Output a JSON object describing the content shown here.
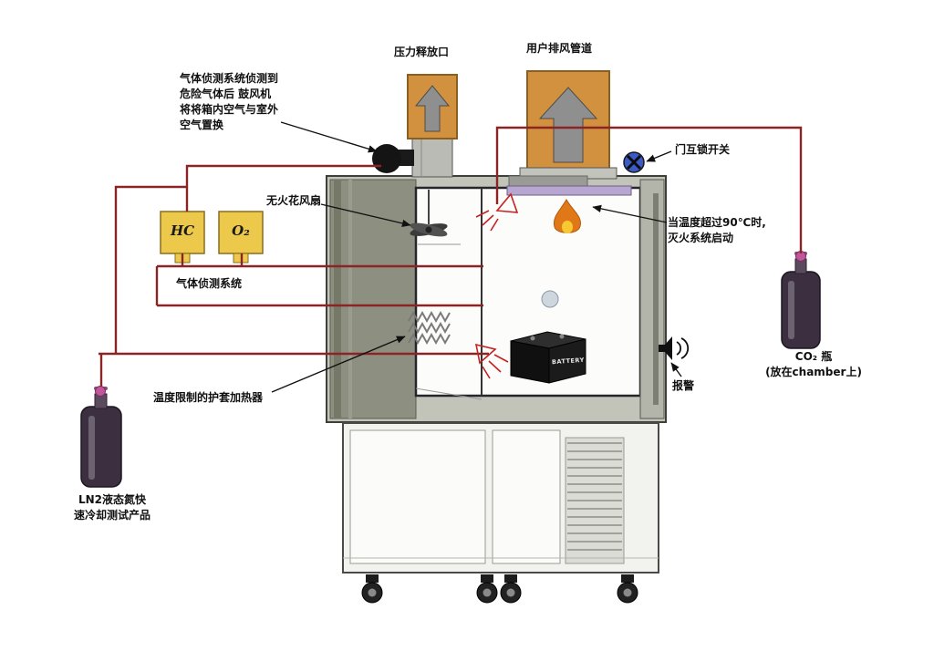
{
  "diagram": {
    "kind": "battery-test-chamber-safety-schematic",
    "labels": {
      "pressure_release": "压力释放口",
      "user_exhaust": "用户排风管道",
      "gas_note_lines": [
        "气体侦测系统侦测到",
        "危险气体后 鼓风机",
        "将将箱内空气与室外",
        "空气置换"
      ],
      "sparkless_fan": "无火花风扇",
      "gas_detection_system": "气体侦测系统",
      "jacket_heater": "温度限制的护套加热器",
      "ln2_lines": [
        "LN2液态氮快",
        "速冷却测试产品"
      ],
      "door_interlock": "门互锁开关",
      "fire_note_lines": [
        "当温度超过90℃时,",
        "灭火系统启动"
      ],
      "alarm": "报警",
      "co2_lines": [
        "CO₂ 瓶",
        "(放在chamber上)"
      ],
      "sensor_hc": "HC",
      "sensor_o2": "O₂",
      "battery": "BATTERY"
    },
    "colors": {
      "pipe_line": "#8b2424",
      "vent_box": "#d2913f",
      "sensor_box": "#ecc94b",
      "nozzle_red": "#c42222",
      "interlock_blue": "#3b5bc4",
      "chamber_gray": "#c2c4ba",
      "machinery_gray": "#8d9080"
    },
    "icons": [
      "blower-icon",
      "fan-icon",
      "flame-icon",
      "door-interlock-icon",
      "alarm-speaker-icon",
      "co2-nozzle-icon",
      "ln2-nozzle-icon",
      "heater-coil-icon",
      "up-arrow-icon",
      "gas-cylinder-icon"
    ]
  }
}
